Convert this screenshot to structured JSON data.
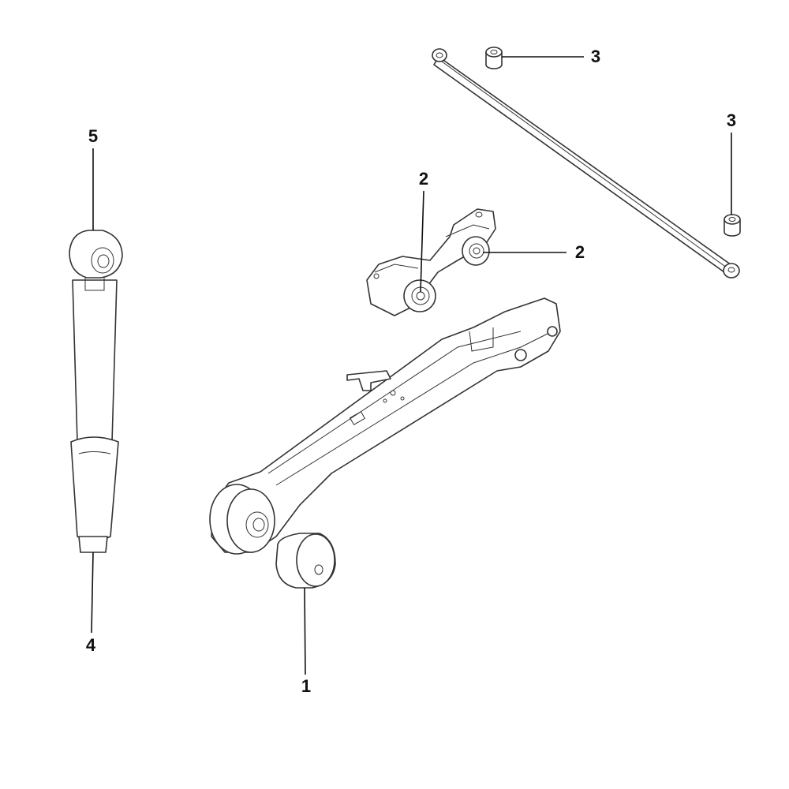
{
  "callouts": [
    {
      "id": "3a",
      "label": "3"
    },
    {
      "id": "3b",
      "label": "3"
    },
    {
      "id": "2a",
      "label": "2"
    },
    {
      "id": "2b",
      "label": "2"
    },
    {
      "id": "5",
      "label": "5"
    },
    {
      "id": "4",
      "label": "4"
    },
    {
      "id": "1",
      "label": "1"
    }
  ]
}
